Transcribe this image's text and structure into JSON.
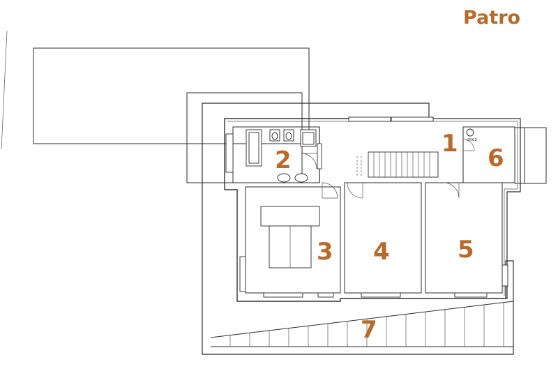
{
  "title": "Patro",
  "accent_color": "#b86a2c",
  "rooms": [
    {
      "number": "1"
    },
    {
      "number": "2"
    },
    {
      "number": "3"
    },
    {
      "number": "4"
    },
    {
      "number": "5"
    },
    {
      "number": "6"
    },
    {
      "number": "7"
    }
  ],
  "labels": {
    "shaft": "shoz"
  }
}
